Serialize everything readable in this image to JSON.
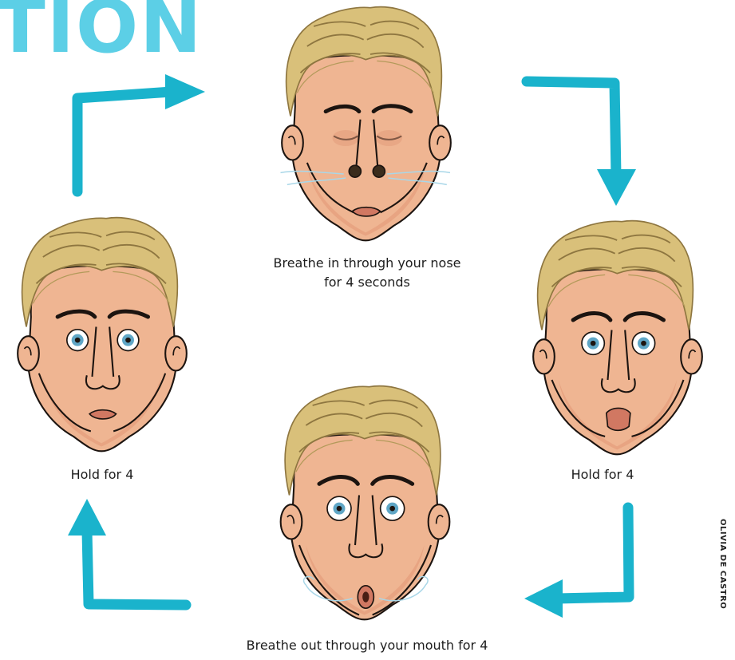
{
  "title": {
    "partial_text": "TION",
    "color": "#5ccfe6"
  },
  "arrow_color": "#1ab3cc",
  "colors": {
    "hair": "#d9c07a",
    "hair_stroke": "#8e7640",
    "skin": "#efb592",
    "skin_shade": "#e29a78",
    "line": "#1c1410",
    "iris": "#5fa6c6",
    "lips": "#d17862"
  },
  "steps": [
    {
      "id": "breathe-in",
      "caption_line1": "Breathe in through your nose",
      "caption_line2": "for 4 seconds",
      "expression": "eyes-closed-inhale"
    },
    {
      "id": "hold-right",
      "caption": "Hold for 4",
      "expression": "wide-eyed-puffed"
    },
    {
      "id": "breathe-out",
      "caption": "Breathe out through your mouth for 4",
      "expression": "wide-eyed-exhale"
    },
    {
      "id": "hold-left",
      "caption": "Hold for 4",
      "expression": "wide-eyed-neutral"
    }
  ],
  "credit": "OLIVIA DE CASTRO"
}
